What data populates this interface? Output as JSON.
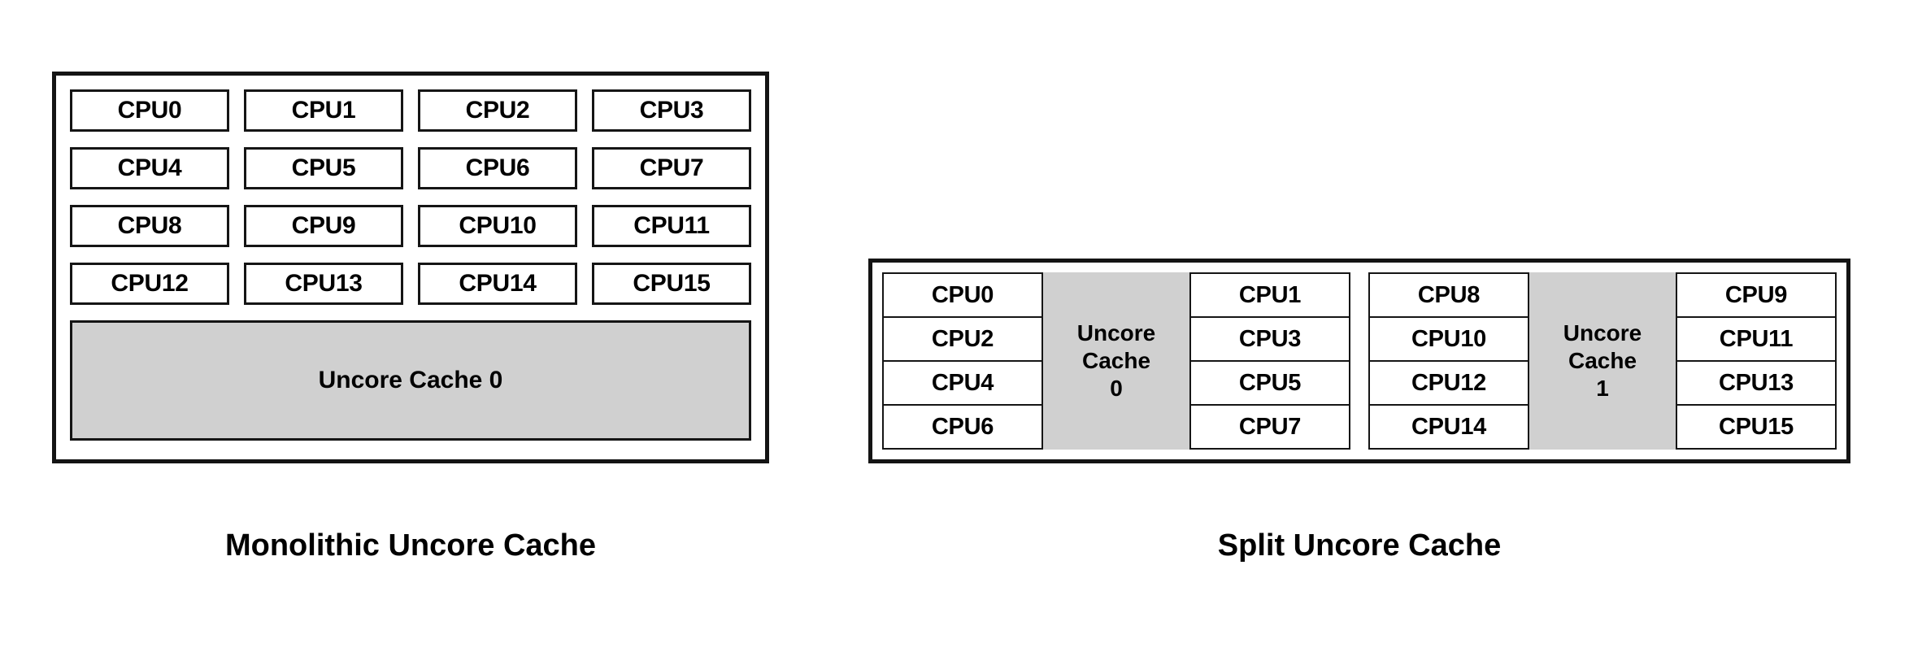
{
  "figures": [
    {
      "id": "monolithic",
      "caption": "Monolithic Uncore Cache",
      "cpus": [
        "CPU0",
        "CPU1",
        "CPU2",
        "CPU3",
        "CPU4",
        "CPU5",
        "CPU6",
        "CPU7",
        "CPU8",
        "CPU9",
        "CPU10",
        "CPU11",
        "CPU12",
        "CPU13",
        "CPU14",
        "CPU15"
      ],
      "uncore_cache": "Uncore Cache 0"
    },
    {
      "id": "split",
      "caption": "Split Uncore Cache",
      "clusters": [
        {
          "left_cpus": [
            "CPU0",
            "CPU2",
            "CPU4",
            "CPU6"
          ],
          "cache_line1": "Uncore",
          "cache_line2": "Cache",
          "cache_line3": "0",
          "right_cpus": [
            "CPU1",
            "CPU3",
            "CPU5",
            "CPU7"
          ]
        },
        {
          "left_cpus": [
            "CPU8",
            "CPU10",
            "CPU12",
            "CPU14"
          ],
          "cache_line1": "Uncore",
          "cache_line2": "Cache",
          "cache_line3": "1",
          "right_cpus": [
            "CPU9",
            "CPU11",
            "CPU13",
            "CPU15"
          ]
        }
      ]
    }
  ],
  "colors": {
    "cache_fill": "#d0d0d0",
    "border": "#141414",
    "background": "#ffffff",
    "text": "#000000"
  }
}
